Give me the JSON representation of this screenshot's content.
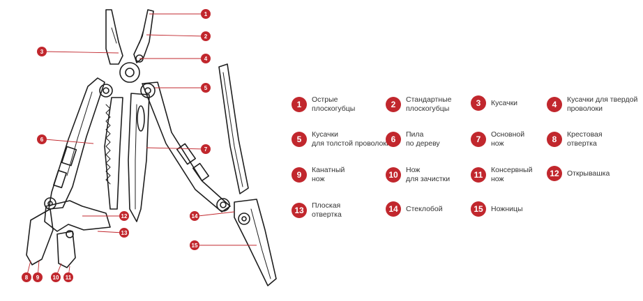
{
  "colors": {
    "accent": "#c1272d",
    "line": "#1e1e1e",
    "text": "#333333"
  },
  "callouts": [
    "1",
    "2",
    "3",
    "4",
    "5",
    "6",
    "7",
    "8",
    "9",
    "10",
    "11",
    "12",
    "13",
    "14",
    "15"
  ],
  "legend": [
    {
      "num": "1",
      "lines": [
        "Острые",
        "плоскогубцы"
      ]
    },
    {
      "num": "2",
      "lines": [
        "Стандартные",
        "плоскогубцы"
      ]
    },
    {
      "num": "3",
      "lines": [
        "Кусачки"
      ]
    },
    {
      "num": "4",
      "lines": [
        "Кусачки для твердой",
        "проволоки"
      ]
    },
    {
      "num": "5",
      "lines": [
        "Кусачки",
        "для толстой проволоки"
      ]
    },
    {
      "num": "6",
      "lines": [
        "Пила",
        "по дереву"
      ]
    },
    {
      "num": "7",
      "lines": [
        "Основной",
        "нож"
      ]
    },
    {
      "num": "8",
      "lines": [
        "Крестовая",
        "отвертка"
      ]
    },
    {
      "num": "9",
      "lines": [
        "Канатный",
        "нож"
      ]
    },
    {
      "num": "10",
      "lines": [
        "Нож",
        "для зачистки"
      ]
    },
    {
      "num": "11",
      "lines": [
        "Консервный",
        "нож"
      ]
    },
    {
      "num": "12",
      "lines": [
        "Открывашка"
      ]
    },
    {
      "num": "13",
      "lines": [
        "Плоская",
        "отвертка"
      ]
    },
    {
      "num": "14",
      "lines": [
        "Стеклобой"
      ]
    },
    {
      "num": "15",
      "lines": [
        "Ножницы"
      ]
    }
  ]
}
